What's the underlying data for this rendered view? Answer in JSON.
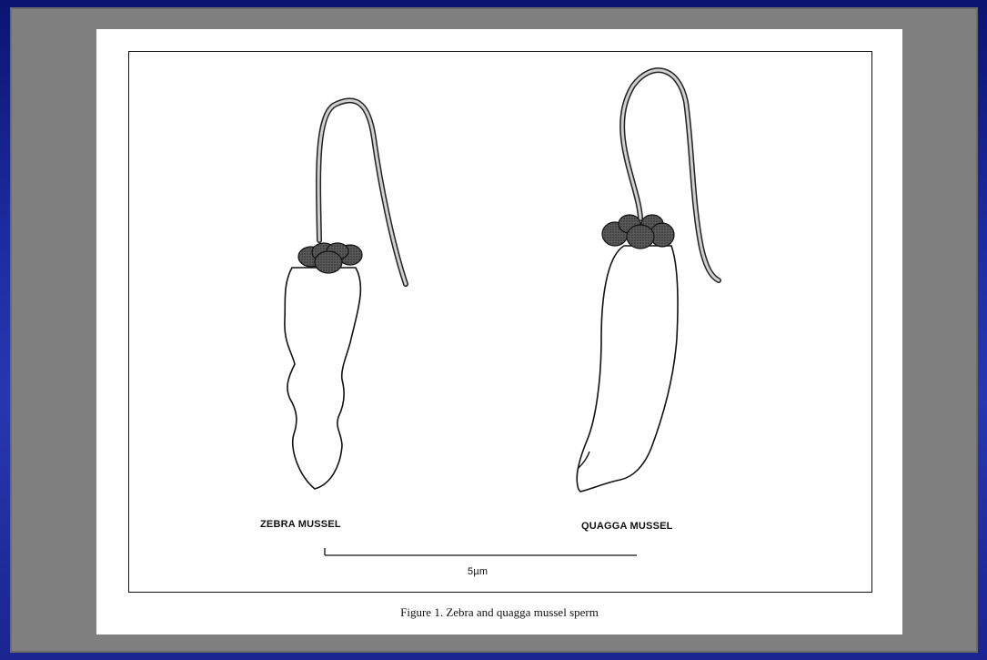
{
  "figure": {
    "labels": {
      "zebra": "ZEBRA MUSSEL",
      "quagga": "QUAGGA MUSSEL",
      "scale_bar": "5µm"
    },
    "caption": "Figure 1. Zebra and quagga mussel sperm"
  },
  "colors": {
    "background_gradient": "#1e2aa0",
    "slide_gray": "#7f7f7f",
    "page_white": "#ffffff",
    "ink": "#111111"
  }
}
